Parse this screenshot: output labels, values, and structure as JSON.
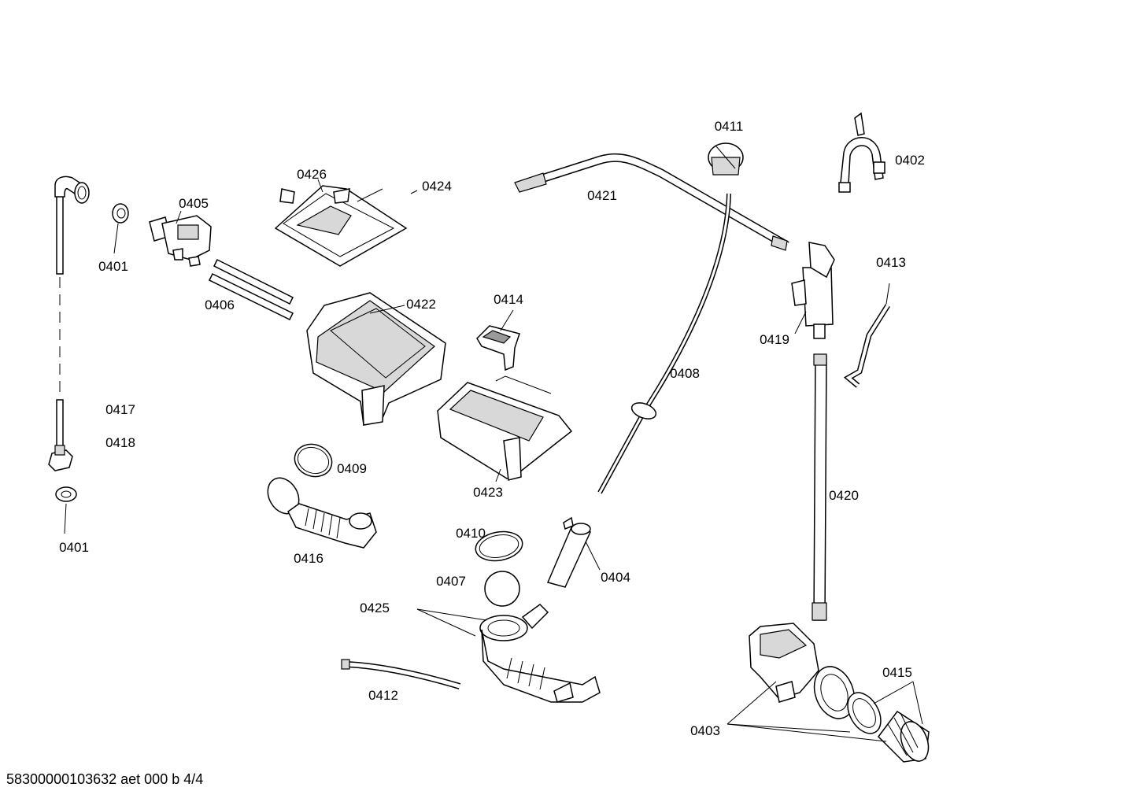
{
  "footer": {
    "document_id": "58300000103632 aet 000 b 4/4"
  },
  "labels": {
    "l0401a": "0401",
    "l0401b": "0401",
    "l0402": "0402",
    "l0403": "0403",
    "l0404": "0404",
    "l0405": "0405",
    "l0406": "0406",
    "l0407": "0407",
    "l0408": "0408",
    "l0409": "0409",
    "l0410": "0410",
    "l0411": "0411",
    "l0412": "0412",
    "l0413": "0413",
    "l0414": "0414",
    "l0415": "0415",
    "l0416": "0416",
    "l0417": "0417",
    "l0418": "0418",
    "l0419": "0419",
    "l0420": "0420",
    "l0421": "0421",
    "l0422": "0422",
    "l0423": "0423",
    "l0424": "0424",
    "l0425": "0425",
    "l0426": "0426"
  }
}
